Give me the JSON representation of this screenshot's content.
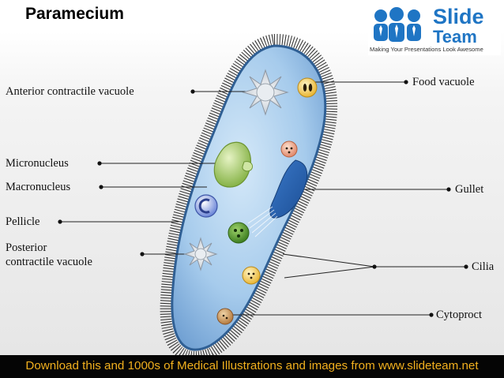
{
  "title": "Paramecium",
  "logo": {
    "word1": "Slide",
    "word2": "Team",
    "tagline": "Making Your Presentations Look Awesome"
  },
  "labels": {
    "anterior_contractile_vacuole": "Anterior contractile vacuole",
    "micronucleus": "Micronucleus",
    "macronucleus": "Macronucleus",
    "pellicle": "Pellicle",
    "posterior_line1": "Posterior",
    "posterior_line2": "contractile vacuole",
    "food_vacuole": "Food vacuole",
    "gullet": "Gullet",
    "cilia": "Cilia",
    "cytoproct": "Cytoproct"
  },
  "footer": "Download this and 1000s of Medical Illustrations and images from www.slideteam.net",
  "colors": {
    "cell_fill": "#9cc5ea",
    "cell_outline": "#2f5f94",
    "logo_blue": "#1f75c4",
    "footer_text": "#f2b01e"
  }
}
